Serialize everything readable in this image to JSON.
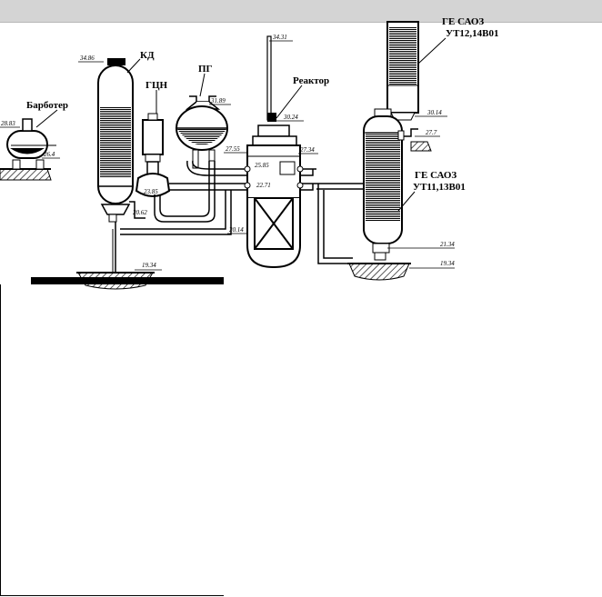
{
  "labels": {
    "kd": "КД",
    "gcn": "ГЦН",
    "pg": "ПГ",
    "reactor": "Реактор",
    "barboter": "Барботер",
    "ge_top_partial": "ГЕ САОЗ",
    "ge_top_code": "УТ12,14В01",
    "ge_bottom_name": "ГЕ САОЗ",
    "ge_bottom_code": "УТ11,13В01"
  },
  "elevations": {
    "kd_top": "34.86",
    "barboter_top": "28.83",
    "barboter_base": "26.4",
    "pg_top": "31.89",
    "rod_top": "34.31",
    "reactor_head": "30.24",
    "nozzle_upper": "27.55",
    "reactor_right": "27.34",
    "reactor_mid": "25.85",
    "gcn": "23.85",
    "reactor_lower": "22.71",
    "pipe_low": "20.62",
    "pipe_long": "20.14",
    "floor": "19.34",
    "ge_top_tank": "30.14",
    "ge_top_nozzle": "27.7",
    "ge_bottom_outlet": "21.34",
    "ge_floor": "19.34"
  }
}
